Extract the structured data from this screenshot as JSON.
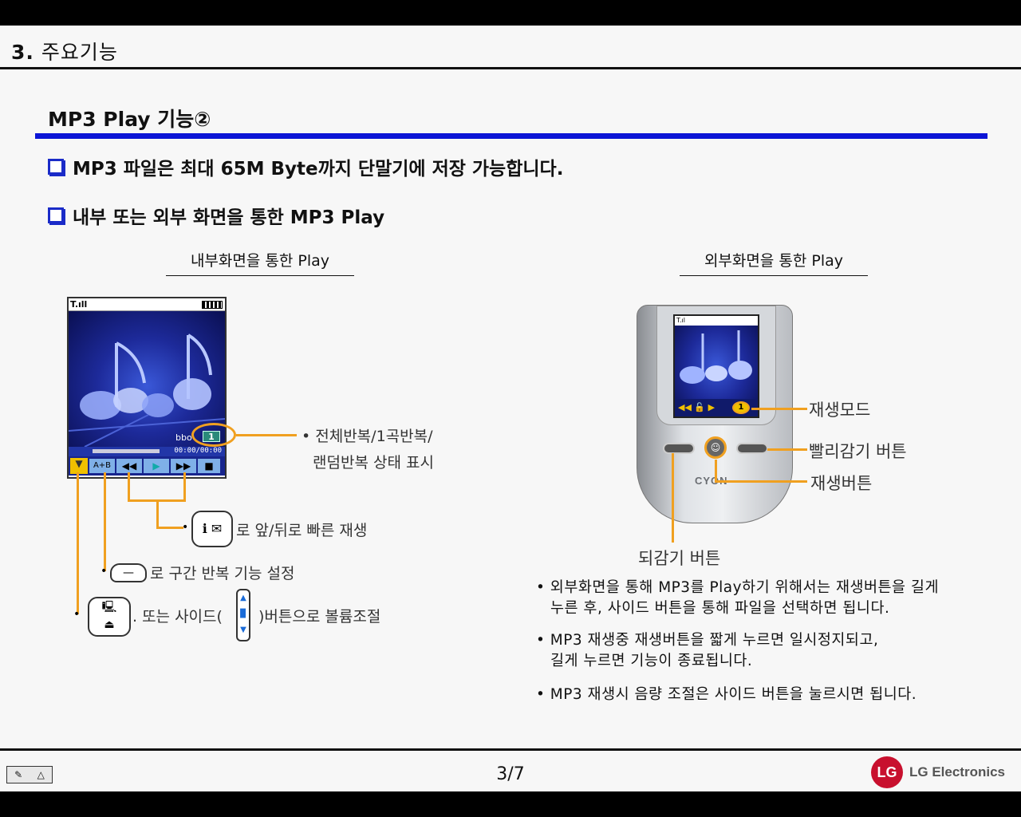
{
  "header": {
    "section_number": "3.",
    "section_name": "주요기능",
    "subtitle": "MP3 Play 기능②"
  },
  "bullets": [
    "MP3 파일은 최대 65M Byte까지 단말기에 저장 가능합니다.",
    "내부 또는 외부 화면을 통한 MP3 Play"
  ],
  "left": {
    "title": "내부화면을 통한 Play",
    "screen": {
      "track_name": "bbo",
      "repeat_badge": "1",
      "time": "00:00/00:00",
      "ab_label": "A+B"
    },
    "annotations": {
      "repeat": [
        "• 전체반복/1곡반복/",
        "랜덤반복 상태 표시"
      ],
      "seek": "로 앞/뒤로 빠른 재생",
      "ab": "로 구간 반복 기능 설정",
      "volume_a": ". 또는 사이드(",
      "volume_b": ")버튼으로 볼륨조절"
    }
  },
  "right": {
    "title": "외부화면을 통한 Play",
    "phone_brand": "CYON",
    "labels": {
      "mode": "재생모드",
      "ffwd": "빨리감기 버튼",
      "play": "재생버튼",
      "rew": "되감기 버튼"
    },
    "descriptions": [
      {
        "l1": "• 외부화면을 통해 MP3를 Play하기 위해서는 재생버튼을 길게",
        "l2": "누른 후, 사이드 버튼을 통해 파일을 선택하면 됩니다."
      },
      {
        "l1": "• MP3 재생중 재생버튼을 짧게 누르면 일시정지되고,",
        "l2": "길게 누르면 기능이 종료됩니다."
      },
      {
        "l1": "• MP3 재생시 음량 조절은 사이드 버튼을 눌르시면 됩니다.",
        "l2": ""
      }
    ]
  },
  "footer": {
    "page": "3/7",
    "logo_mark": "LG",
    "logo_text": "LG Electronics"
  },
  "colors": {
    "accent_blue": "#0c15d6",
    "callout_orange": "#f0a020",
    "lg_red": "#c8102e"
  }
}
